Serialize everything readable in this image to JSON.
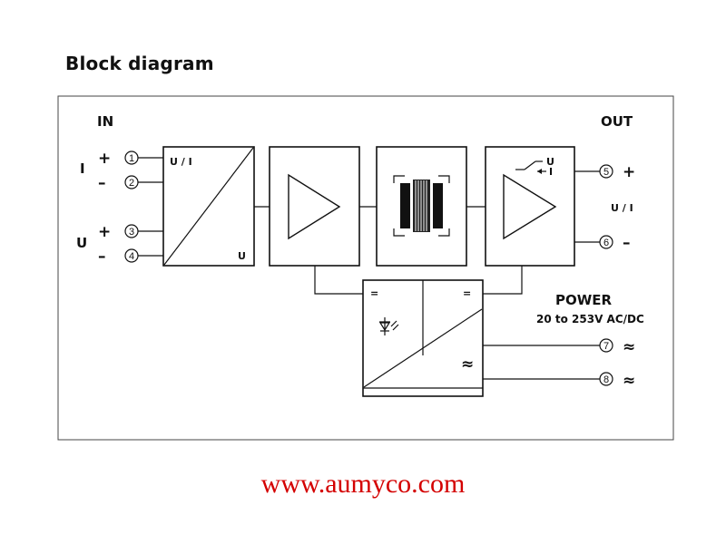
{
  "heading": "Block diagram",
  "labels": {
    "in": "IN",
    "out": "OUT",
    "current_in": "I",
    "voltage_in": "U",
    "converter_top": "U / I",
    "converter_bottom": "U",
    "switch_u": "U",
    "switch_i": "I",
    "out_signal": "U / I",
    "power_title": "POWER",
    "power_range": "20 to 253V AC/DC"
  },
  "terminals": [
    {
      "number": "1",
      "sign": "+"
    },
    {
      "number": "2",
      "sign": "–"
    },
    {
      "number": "3",
      "sign": "+"
    },
    {
      "number": "4",
      "sign": "–"
    },
    {
      "number": "5",
      "sign": "+"
    },
    {
      "number": "6",
      "sign": "–"
    },
    {
      "number": "7",
      "sign": "≈"
    },
    {
      "number": "8",
      "sign": "≈"
    }
  ],
  "power_symbols": {
    "dc_left": "=",
    "dc_right": "=",
    "ac": "≈"
  },
  "icons": [
    "amplifier-icon",
    "transformer-icon",
    "switch-icon",
    "led-icon"
  ],
  "website": "www.aumyco.com",
  "colors": {
    "website": "#d40000",
    "ink": "#111111"
  }
}
